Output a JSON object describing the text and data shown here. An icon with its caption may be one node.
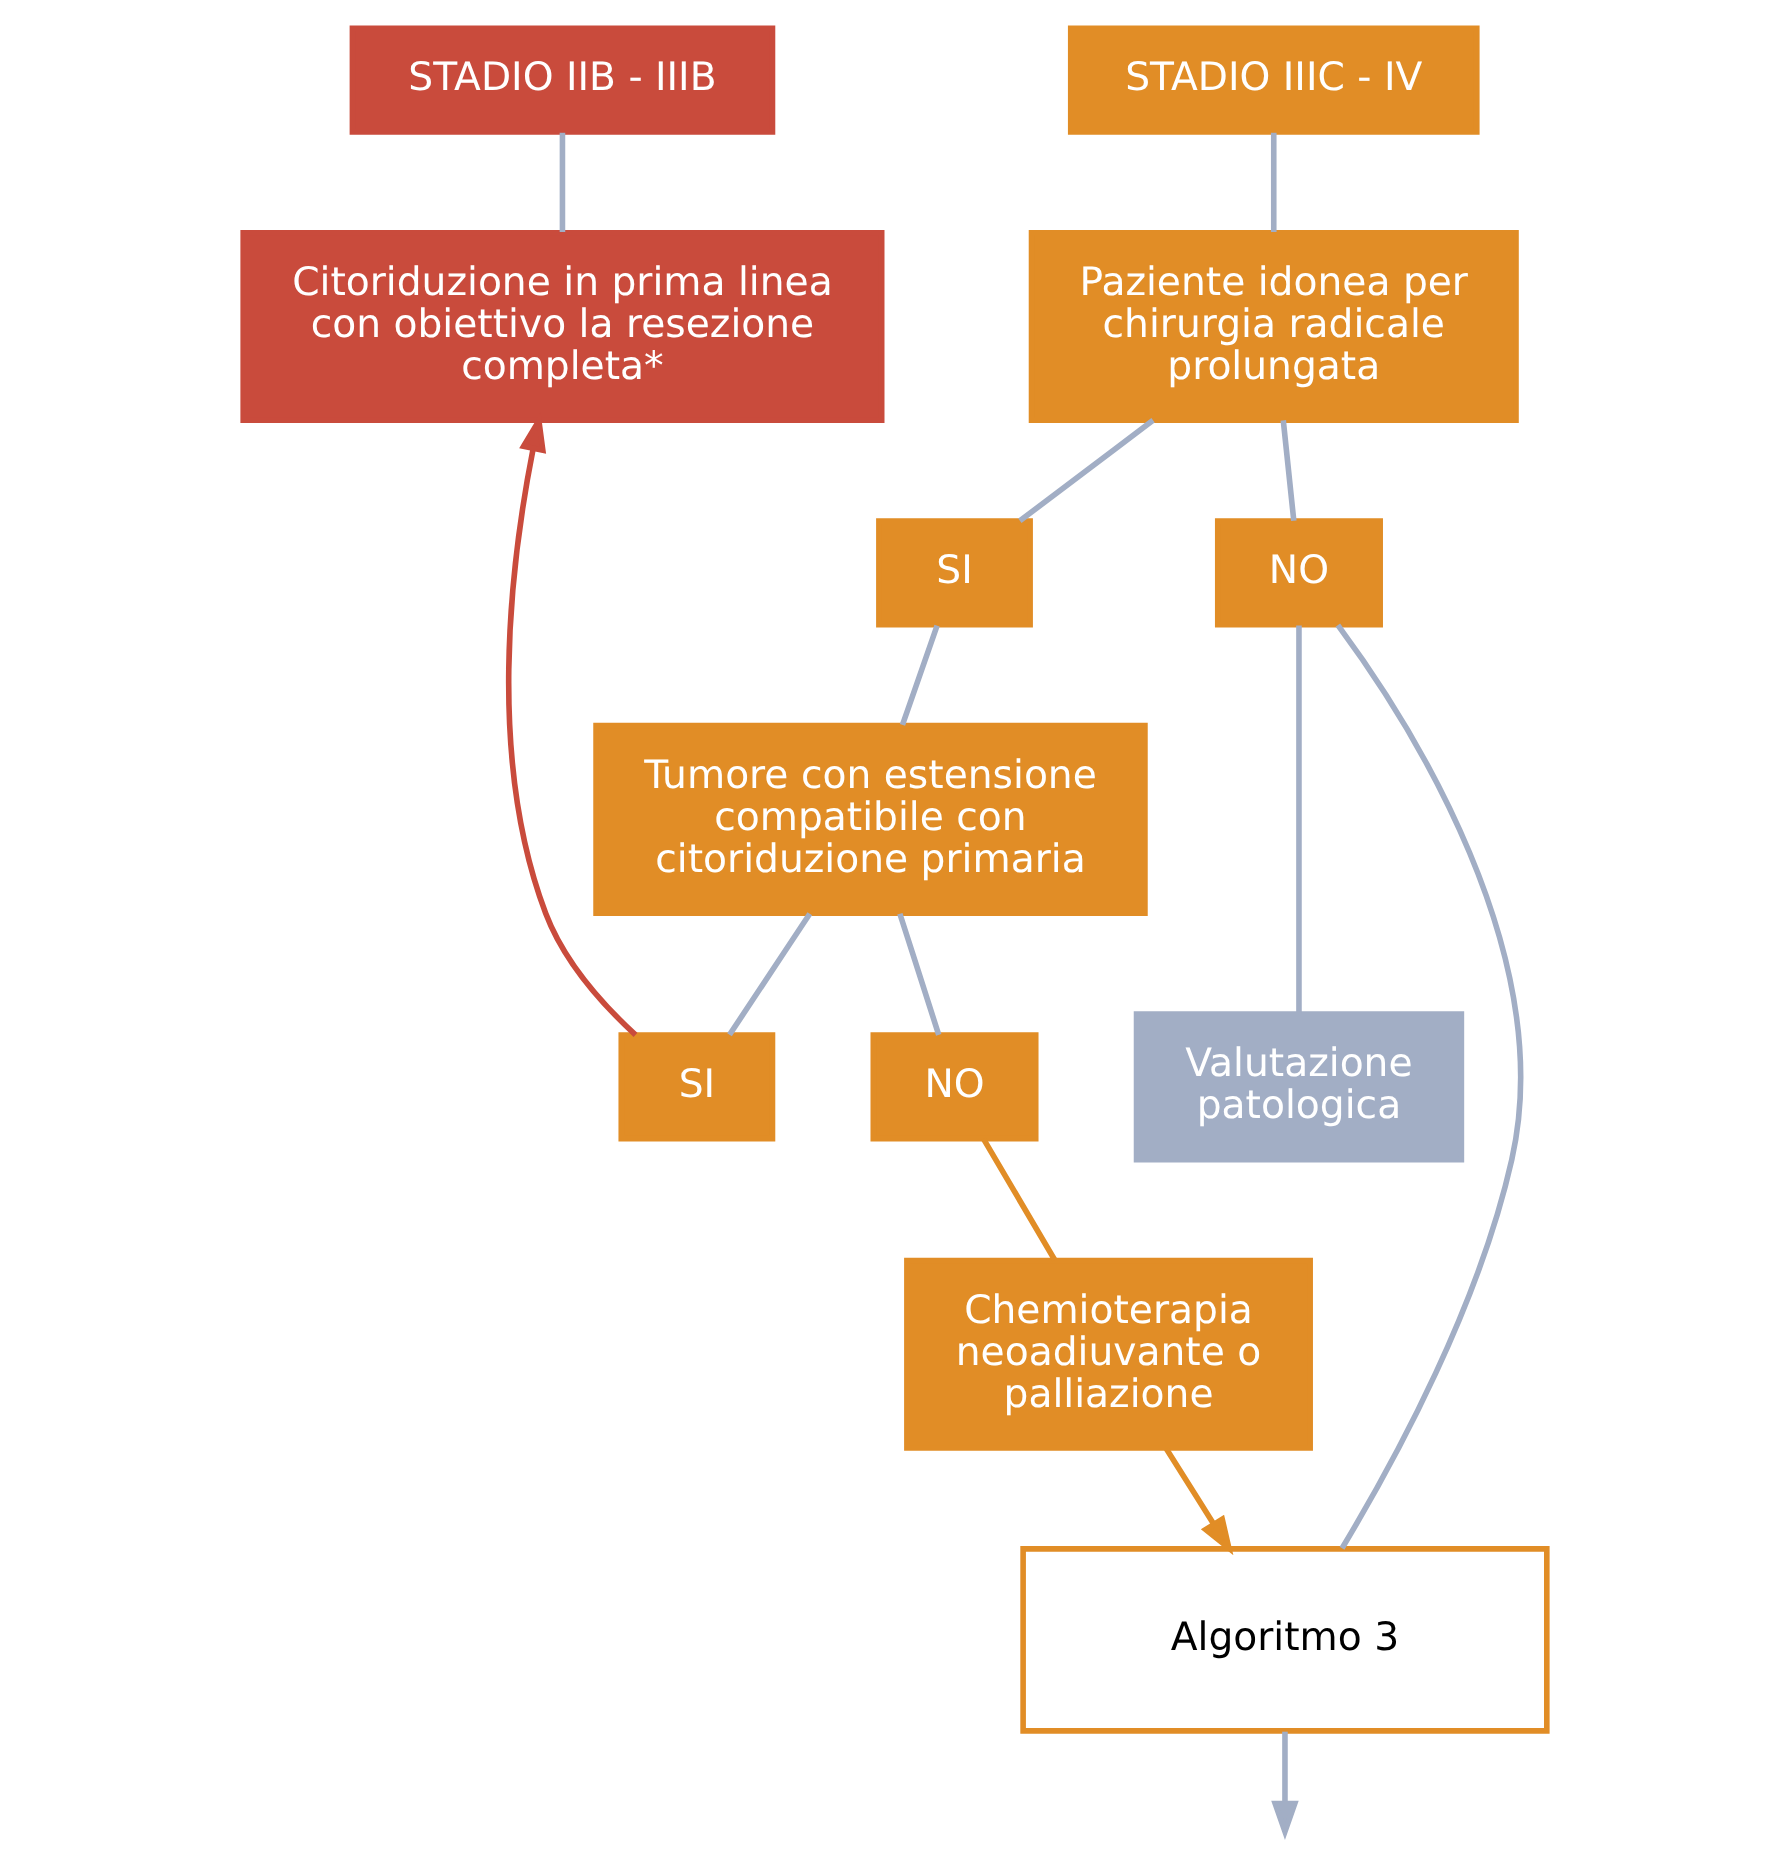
{
  "diagram": {
    "nodes": [
      {
        "text": [
          "STADIO IIB - IIIB"
        ]
      },
      {
        "text": [
          "STADIO IIIC - IV"
        ]
      },
      {
        "text": [
          "Citoriduzione in prima linea con obiettivo la resezione completa*"
        ]
      },
      {
        "text": [
          "Paziente idonea per chirurgia radicale prolungata"
        ]
      },
      {
        "text": [
          "SI"
        ]
      },
      {
        "text": [
          "NO"
        ]
      },
      {
        "text": [
          "Tumore con estensione compatibile con citoriduzione primaria"
        ]
      },
      {
        "text": [
          "Valutazione patologica"
        ]
      },
      {
        "text": [
          "SI"
        ]
      },
      {
        "text": [
          "NO"
        ]
      },
      {
        "text": [
          "Chemioterapia neoadiuvante o palliazione"
        ]
      },
      {
        "text": [
          "Algoritmo 3"
        ]
      }
    ],
    "edges": [
      {
        "from": 0,
        "to": 2,
        "arrow": "none"
      },
      {
        "from": 1,
        "to": 3,
        "arrow": "none"
      },
      {
        "from": 3,
        "to": 4,
        "arrow": "none"
      },
      {
        "from": 3,
        "to": 5,
        "arrow": "none"
      },
      {
        "from": 4,
        "to": 6,
        "arrow": "none"
      },
      {
        "from": 5,
        "to": 7,
        "arrow": "none"
      },
      {
        "from": 5,
        "to": 11,
        "arrow": "none"
      },
      {
        "from": 6,
        "to": 8,
        "arrow": "none"
      },
      {
        "from": 6,
        "to": 9,
        "arrow": "none"
      },
      {
        "from": 8,
        "to": 2,
        "arrow": "to",
        "color": "#c94b3c"
      },
      {
        "from": 9,
        "to": 10,
        "arrow": "none",
        "color": "#e18d26"
      },
      {
        "from": 10,
        "to": 11,
        "arrow": "to",
        "color": "#e18d26"
      },
      {
        "from": 11,
        "to": null,
        "arrow": "to"
      }
    ]
  }
}
